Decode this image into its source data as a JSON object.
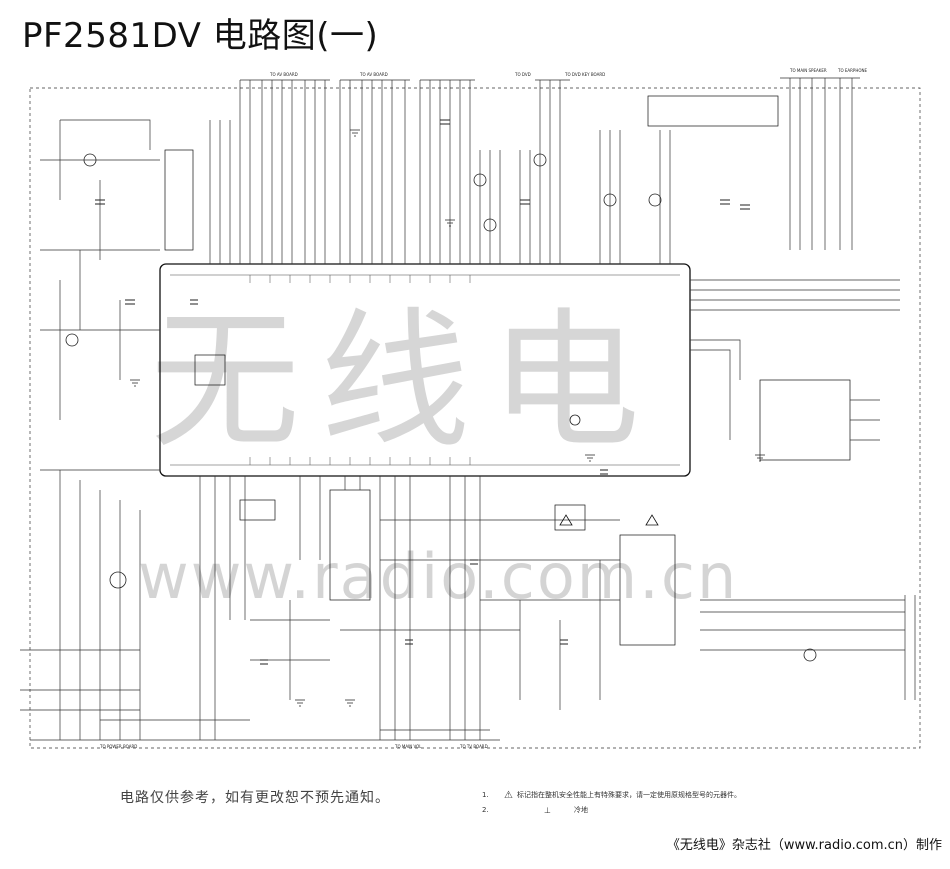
{
  "title": "PF2581DV 电路图(一)",
  "watermark": {
    "chinese": "无线电",
    "url": "www.radio.com.cn"
  },
  "footer": {
    "disclaimer": "电路仅供参考，如有更改恕不预先通知。",
    "notes": [
      {
        "number": "1.",
        "symbol": "⚠",
        "text": "标记指在整机安全性能上有特殊要求，请一定使用原规格型号的元器件。"
      },
      {
        "number": "2.",
        "symbol": "⊥",
        "text": "冷地"
      }
    ],
    "credit": "《无线电》杂志社（www.radio.com.cn）制作"
  },
  "connector_labels": [
    "TO AV BOARD",
    "TO AV BOARD",
    "TO DVD",
    "TO DVD KEY BOARD",
    "TO MAIN SPEAKER",
    "TO EARPHONE",
    "TO POWER BOARD",
    "TO MAIN VOL",
    "TO TV BOARD"
  ]
}
